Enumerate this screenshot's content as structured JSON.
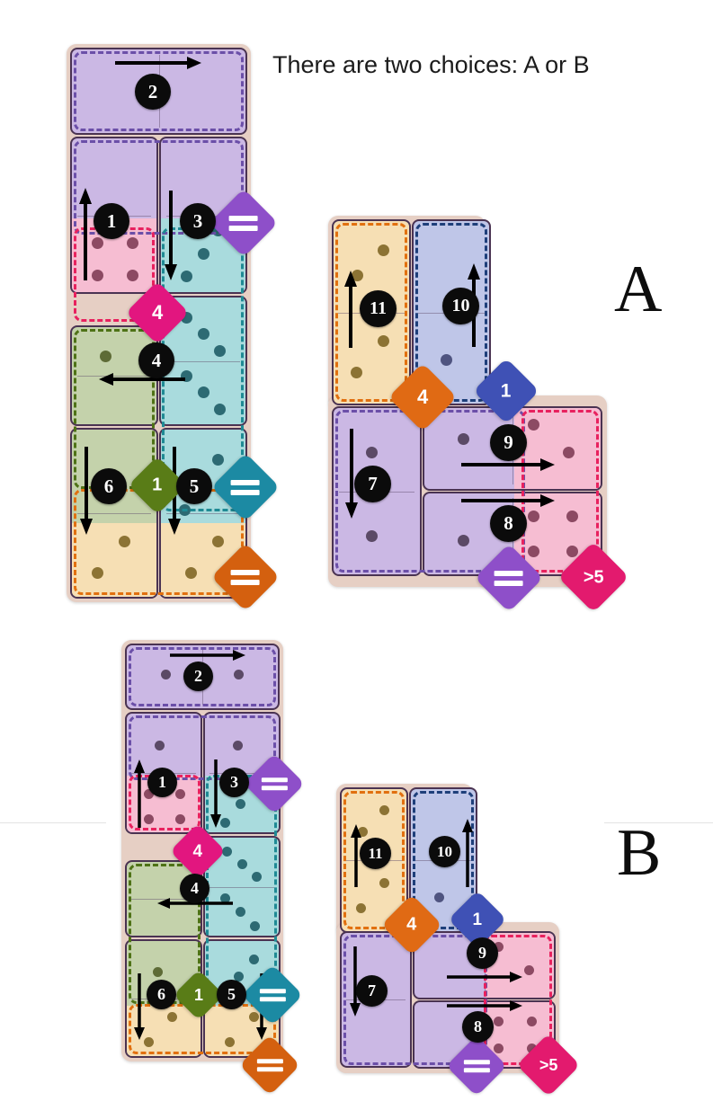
{
  "headline": {
    "text": "There are two choices: A or B"
  },
  "options": [
    {
      "letter": "A"
    },
    {
      "letter": "B"
    }
  ],
  "colors": {
    "lavender": "#cbb8e4",
    "pink": "#f6bdd2",
    "cyan": "#a9dbdd",
    "green": "#c4d2ab",
    "tan": "#f6dfb4",
    "periwinkle": "#bfc6e8",
    "tray": "#e6cfc4",
    "outline_purple": "#6b4fa8",
    "outline_pink": "#e8215e",
    "outline_cyan": "#1f8a94",
    "outline_green": "#4e7216",
    "outline_orange": "#e1700f",
    "outline_navy": "#1e3f7a",
    "pip_lavender": "#5b4a66",
    "pip_pink": "#8c4a63",
    "pip_cyan": "#2d6a73",
    "pip_green": "#5e6b36",
    "pip_tan": "#8c7334",
    "pip_peri": "#4f5480",
    "badge_bg": "#0b0b0b",
    "diamond_violet": "#8e4fc9",
    "diamond_magenta": "#e2167f",
    "diamond_teal": "#1c8aa3",
    "diamond_orange": "#e06a14",
    "diamond_blue": "#3f51b5",
    "diamond_burntorange": "#d4600f",
    "diamond_deeppink": "#e31a6e"
  },
  "legend": {
    "equals_symbol": "=",
    "greater_than_five": ">5"
  },
  "panels": [
    {
      "id": "A",
      "letter": "A",
      "left_group": {
        "name": "left-domino-stack",
        "dominoes": [
          {
            "name": "domino-top-horizontal",
            "orientation": "horizontal",
            "halves": [
              {
                "color": "lavender",
                "pips": 0
              },
              {
                "color": "lavender",
                "pips": 0
              }
            ]
          },
          {
            "name": "domino-col1-upper",
            "orientation": "vertical",
            "halves": [
              {
                "color": "lavender",
                "pips": 0
              },
              {
                "color": "pink",
                "pips": 4
              }
            ]
          },
          {
            "name": "domino-col2-upper",
            "orientation": "vertical",
            "halves": [
              {
                "color": "lavender",
                "pips": 0
              },
              {
                "color": "cyan",
                "pips": 3
              }
            ]
          },
          {
            "name": "domino-col1-middle",
            "orientation": "vertical",
            "halves": [
              {
                "color": "green",
                "pips": 1
              },
              {
                "color": "green",
                "pips": 0
              }
            ]
          },
          {
            "name": "domino-col2-middle",
            "orientation": "vertical",
            "halves": [
              {
                "color": "cyan",
                "pips": 3
              },
              {
                "color": "cyan",
                "pips": 3
              }
            ]
          },
          {
            "name": "domino-col1-lower",
            "orientation": "vertical",
            "halves": [
              {
                "color": "green",
                "pips": 0
              },
              {
                "color": "tan",
                "pips": 2
              }
            ]
          },
          {
            "name": "domino-col2-lower",
            "orientation": "vertical",
            "halves": [
              {
                "color": "cyan",
                "pips": 3
              },
              {
                "color": "tan",
                "pips": 2
              }
            ]
          }
        ],
        "steps": [
          "2",
          "1",
          "3",
          "4",
          "6",
          "1",
          "5"
        ],
        "constraints": [
          {
            "label": "=",
            "color": "diamond_violet"
          },
          {
            "label": "4",
            "color": "diamond_magenta"
          },
          {
            "label": "=",
            "color": "diamond_teal"
          },
          {
            "label": "=",
            "color": "diamond_burntorange"
          }
        ]
      },
      "right_group": {
        "name": "right-domino-stack",
        "dominoes": [
          {
            "name": "domino-tan-vertical",
            "orientation": "vertical",
            "halves": [
              {
                "color": "tan",
                "pips": 2
              },
              {
                "color": "tan",
                "pips": 2
              }
            ]
          },
          {
            "name": "domino-periwinkle-vertical",
            "orientation": "vertical",
            "halves": [
              {
                "color": "periwinkle",
                "pips": 0
              },
              {
                "color": "periwinkle",
                "pips": 1
              }
            ]
          },
          {
            "name": "domino-lavender-left",
            "orientation": "vertical",
            "halves": [
              {
                "color": "lavender",
                "pips": 1
              },
              {
                "color": "lavender",
                "pips": 1
              }
            ]
          },
          {
            "name": "domino-lavender-pink-upper",
            "orientation": "horizontal",
            "halves": [
              {
                "color": "lavender",
                "pips": 1
              },
              {
                "color": "pink",
                "pips": 2
              }
            ]
          },
          {
            "name": "domino-lavender-pink-lower",
            "orientation": "horizontal",
            "halves": [
              {
                "color": "lavender",
                "pips": 1
              },
              {
                "color": "pink",
                "pips": 4
              }
            ]
          }
        ],
        "steps": [
          "11",
          "10",
          "7",
          "9",
          "8"
        ],
        "constraints": [
          {
            "label": "4",
            "color": "diamond_orange"
          },
          {
            "label": "1",
            "color": "diamond_blue"
          },
          {
            "label": "=",
            "color": "diamond_violet"
          },
          {
            "label": ">5",
            "color": "diamond_deeppink"
          }
        ]
      }
    },
    {
      "id": "B",
      "letter": "B",
      "left_group": {
        "name": "left-domino-stack",
        "dominoes": [
          {
            "name": "domino-top-horizontal",
            "orientation": "horizontal",
            "halves": [
              {
                "color": "lavender",
                "pips": 1
              },
              {
                "color": "lavender",
                "pips": 1
              }
            ]
          },
          {
            "name": "domino-col1-upper",
            "orientation": "vertical",
            "halves": [
              {
                "color": "lavender",
                "pips": 1
              },
              {
                "color": "pink",
                "pips": 4
              }
            ]
          },
          {
            "name": "domino-col2-upper",
            "orientation": "vertical",
            "halves": [
              {
                "color": "lavender",
                "pips": 1
              },
              {
                "color": "cyan",
                "pips": 3
              }
            ]
          },
          {
            "name": "domino-col1-middle",
            "orientation": "vertical",
            "halves": [
              {
                "color": "green",
                "pips": 0
              },
              {
                "color": "green",
                "pips": 1
              }
            ]
          },
          {
            "name": "domino-col2-middle",
            "orientation": "vertical",
            "halves": [
              {
                "color": "cyan",
                "pips": 3
              },
              {
                "color": "cyan",
                "pips": 3
              }
            ]
          },
          {
            "name": "domino-col1-lower",
            "orientation": "vertical",
            "halves": [
              {
                "color": "green",
                "pips": 1
              },
              {
                "color": "tan",
                "pips": 2
              }
            ]
          },
          {
            "name": "domino-col2-lower",
            "orientation": "vertical",
            "halves": [
              {
                "color": "cyan",
                "pips": 3
              },
              {
                "color": "tan",
                "pips": 2
              }
            ]
          }
        ],
        "steps": [
          "2",
          "1",
          "3",
          "4",
          "6",
          "1",
          "5"
        ],
        "constraints": [
          {
            "label": "=",
            "color": "diamond_violet"
          },
          {
            "label": "4",
            "color": "diamond_magenta"
          },
          {
            "label": "=",
            "color": "diamond_teal"
          },
          {
            "label": "=",
            "color": "diamond_burntorange"
          }
        ]
      },
      "right_group": {
        "name": "right-domino-stack",
        "dominoes": [
          {
            "name": "domino-tan-vertical",
            "orientation": "vertical",
            "halves": [
              {
                "color": "tan",
                "pips": 2
              },
              {
                "color": "tan",
                "pips": 2
              }
            ]
          },
          {
            "name": "domino-periwinkle-vertical",
            "orientation": "vertical",
            "halves": [
              {
                "color": "periwinkle",
                "pips": 0
              },
              {
                "color": "periwinkle",
                "pips": 1
              }
            ]
          },
          {
            "name": "domino-lavender-left",
            "orientation": "vertical",
            "halves": [
              {
                "color": "lavender",
                "pips": 0
              },
              {
                "color": "lavender",
                "pips": 0
              }
            ]
          },
          {
            "name": "domino-lavender-pink-upper",
            "orientation": "horizontal",
            "halves": [
              {
                "color": "lavender",
                "pips": 0
              },
              {
                "color": "pink",
                "pips": 2
              }
            ]
          },
          {
            "name": "domino-lavender-pink-lower",
            "orientation": "horizontal",
            "halves": [
              {
                "color": "lavender",
                "pips": 0
              },
              {
                "color": "pink",
                "pips": 4
              }
            ]
          }
        ],
        "steps": [
          "11",
          "10",
          "7",
          "9",
          "8"
        ],
        "constraints": [
          {
            "label": "4",
            "color": "diamond_orange"
          },
          {
            "label": "1",
            "color": "diamond_blue"
          },
          {
            "label": "=",
            "color": "diamond_violet"
          },
          {
            "label": ">5",
            "color": "diamond_deeppink"
          }
        ]
      }
    }
  ]
}
